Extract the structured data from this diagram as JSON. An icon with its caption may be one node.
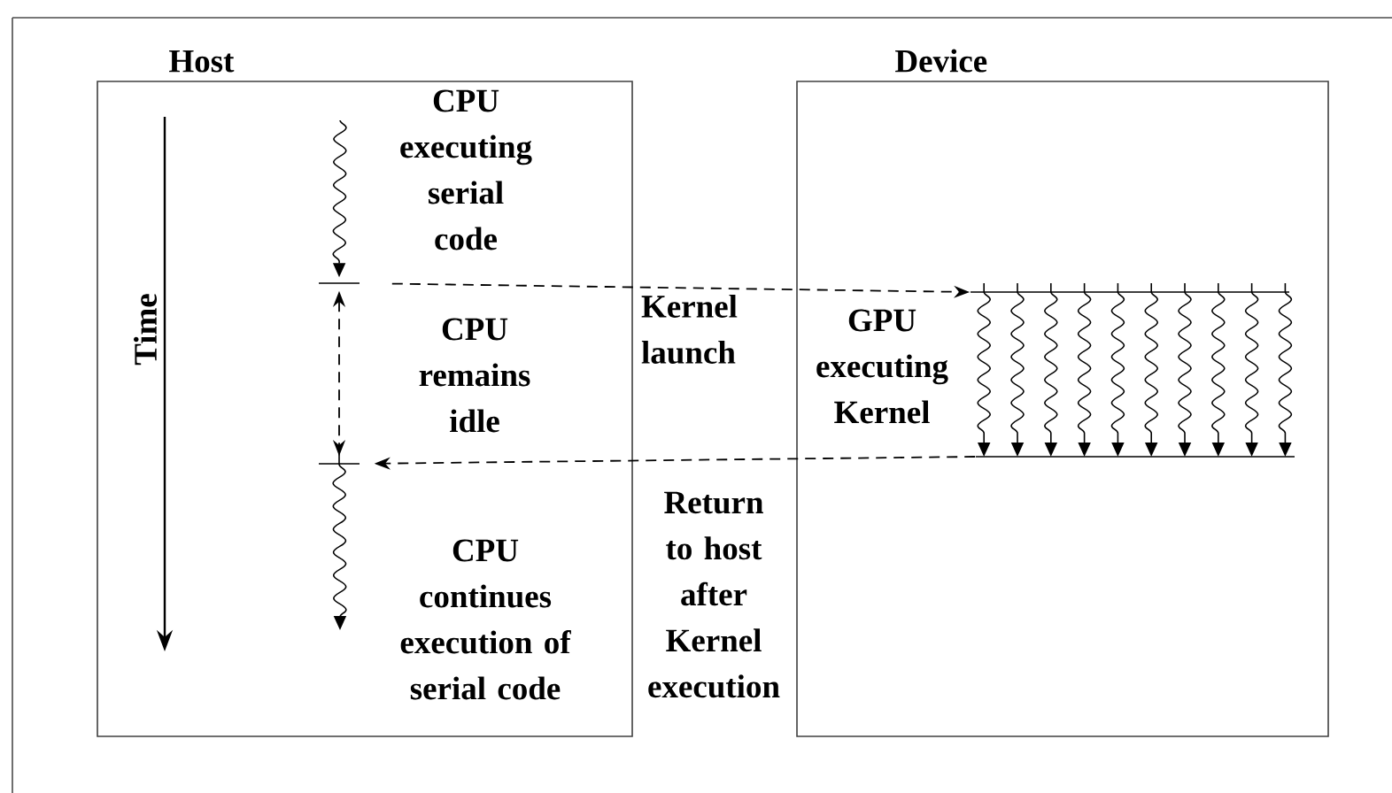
{
  "diagram": {
    "nodes": [
      {
        "text": [
          "Host"
        ]
      },
      {
        "text": [],
        "shape": "bar",
        "in": 0
      },
      {
        "text": [],
        "shape": "bar",
        "in": 0
      },
      {
        "text": [
          "Device"
        ]
      },
      {
        "text": [],
        "shape": "bar",
        "in": 3
      },
      {
        "text": [],
        "shape": "bar",
        "in": 3
      }
    ],
    "edges": [
      {
        "from": 1,
        "to": 4,
        "arrow": "to",
        "style": "dashed",
        "label": "Kernel launch"
      },
      {
        "from": 5,
        "to": 2,
        "arrow": "to",
        "style": "dashed",
        "label": "Return to host after Kernel execution"
      },
      {
        "from": 1,
        "to": 2,
        "arrow": "both",
        "style": "dashed"
      },
      {
        "from": null,
        "to": 1,
        "arrow": "to"
      },
      {
        "from": 2,
        "to": null,
        "arrow": "to"
      },
      {
        "from": 4,
        "to": 5,
        "arrow": "to"
      },
      {
        "from": 4,
        "to": 5,
        "arrow": "to"
      },
      {
        "from": 4,
        "to": 5,
        "arrow": "to"
      },
      {
        "from": 4,
        "to": 5,
        "arrow": "to"
      },
      {
        "from": 4,
        "to": 5,
        "arrow": "to"
      },
      {
        "from": 4,
        "to": 5,
        "arrow": "to"
      },
      {
        "from": 4,
        "to": 5,
        "arrow": "to"
      },
      {
        "from": 4,
        "to": 5,
        "arrow": "to"
      },
      {
        "from": 4,
        "to": 5,
        "arrow": "to"
      },
      {
        "from": 4,
        "to": 5,
        "arrow": "to"
      }
    ],
    "labels": [
      "CPU executing serial code",
      "CPU remains idle",
      "GPU executing Kernel",
      "Time",
      "CPU continues execution of serial code"
    ]
  }
}
